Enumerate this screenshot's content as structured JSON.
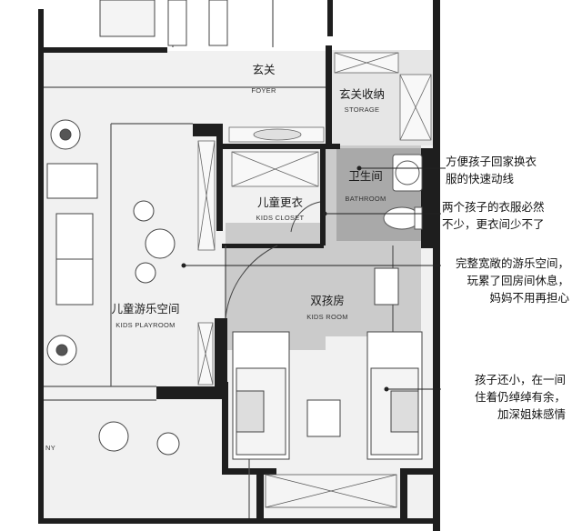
{
  "rooms": {
    "foyer": {
      "cn": "玄关",
      "en": "FOYER"
    },
    "storage": {
      "cn": "玄关收纳",
      "en": "STORAGE"
    },
    "bathroom": {
      "cn": "卫生间",
      "en": "BATHROOM"
    },
    "closet": {
      "cn": "儿童更衣",
      "en": "KIDS CLOSET"
    },
    "playroom": {
      "cn": "儿童游乐空间",
      "en": "KIDS PLAYROOM"
    },
    "kidsroom": {
      "cn": "双孩房",
      "en": "KIDS ROOM"
    },
    "partial": {
      "en": "NY"
    }
  },
  "annotations": [
    {
      "lines": [
        "方便孩子回家换衣",
        "服的快速动线"
      ]
    },
    {
      "lines": [
        "两个孩子的衣服必然",
        "不少，更衣间少不了"
      ]
    },
    {
      "lines": [
        "完整宽敞的游乐空间，",
        "玩累了回房间休息，",
        "妈妈不用再担心"
      ]
    },
    {
      "lines": [
        "孩子还小，在一间",
        "住着仍绰绰有余，",
        "加深姐妹感情"
      ]
    }
  ],
  "colors": {
    "wall": "#1e1e1e",
    "gray_floor": "#c8c8c8",
    "bath_floor": "#a9a9a9",
    "line": "#555555"
  }
}
